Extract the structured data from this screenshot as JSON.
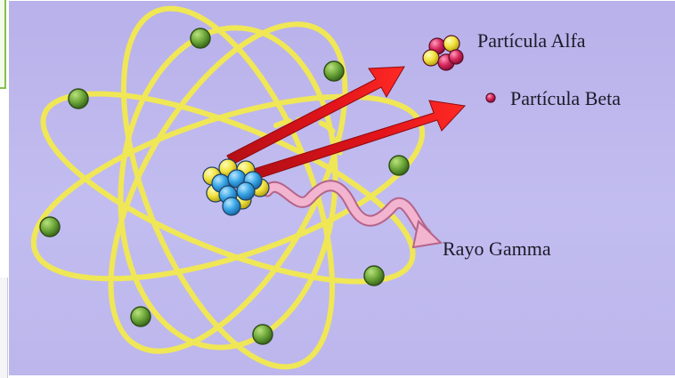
{
  "labels": {
    "alpha": "Partícula Alfa",
    "beta": "Partícula Beta",
    "gamma": "Rayo Gamma"
  },
  "colors": {
    "background": "#bdb6ed",
    "orbit": "#f3ea4e",
    "electron": "#6ea83a",
    "nucleus_proton": "#f1e23f",
    "nucleus_neutron": "#38a5e6",
    "arrow": "#e3141a",
    "gamma_ray": "#f2b4cf",
    "alpha_red": "#d8285e",
    "beta": "#c7355f"
  },
  "icons": {
    "nucleus": "atom-nucleus-icon",
    "alpha": "alpha-particle-icon",
    "beta": "beta-particle-icon",
    "gamma": "gamma-ray-icon"
  }
}
